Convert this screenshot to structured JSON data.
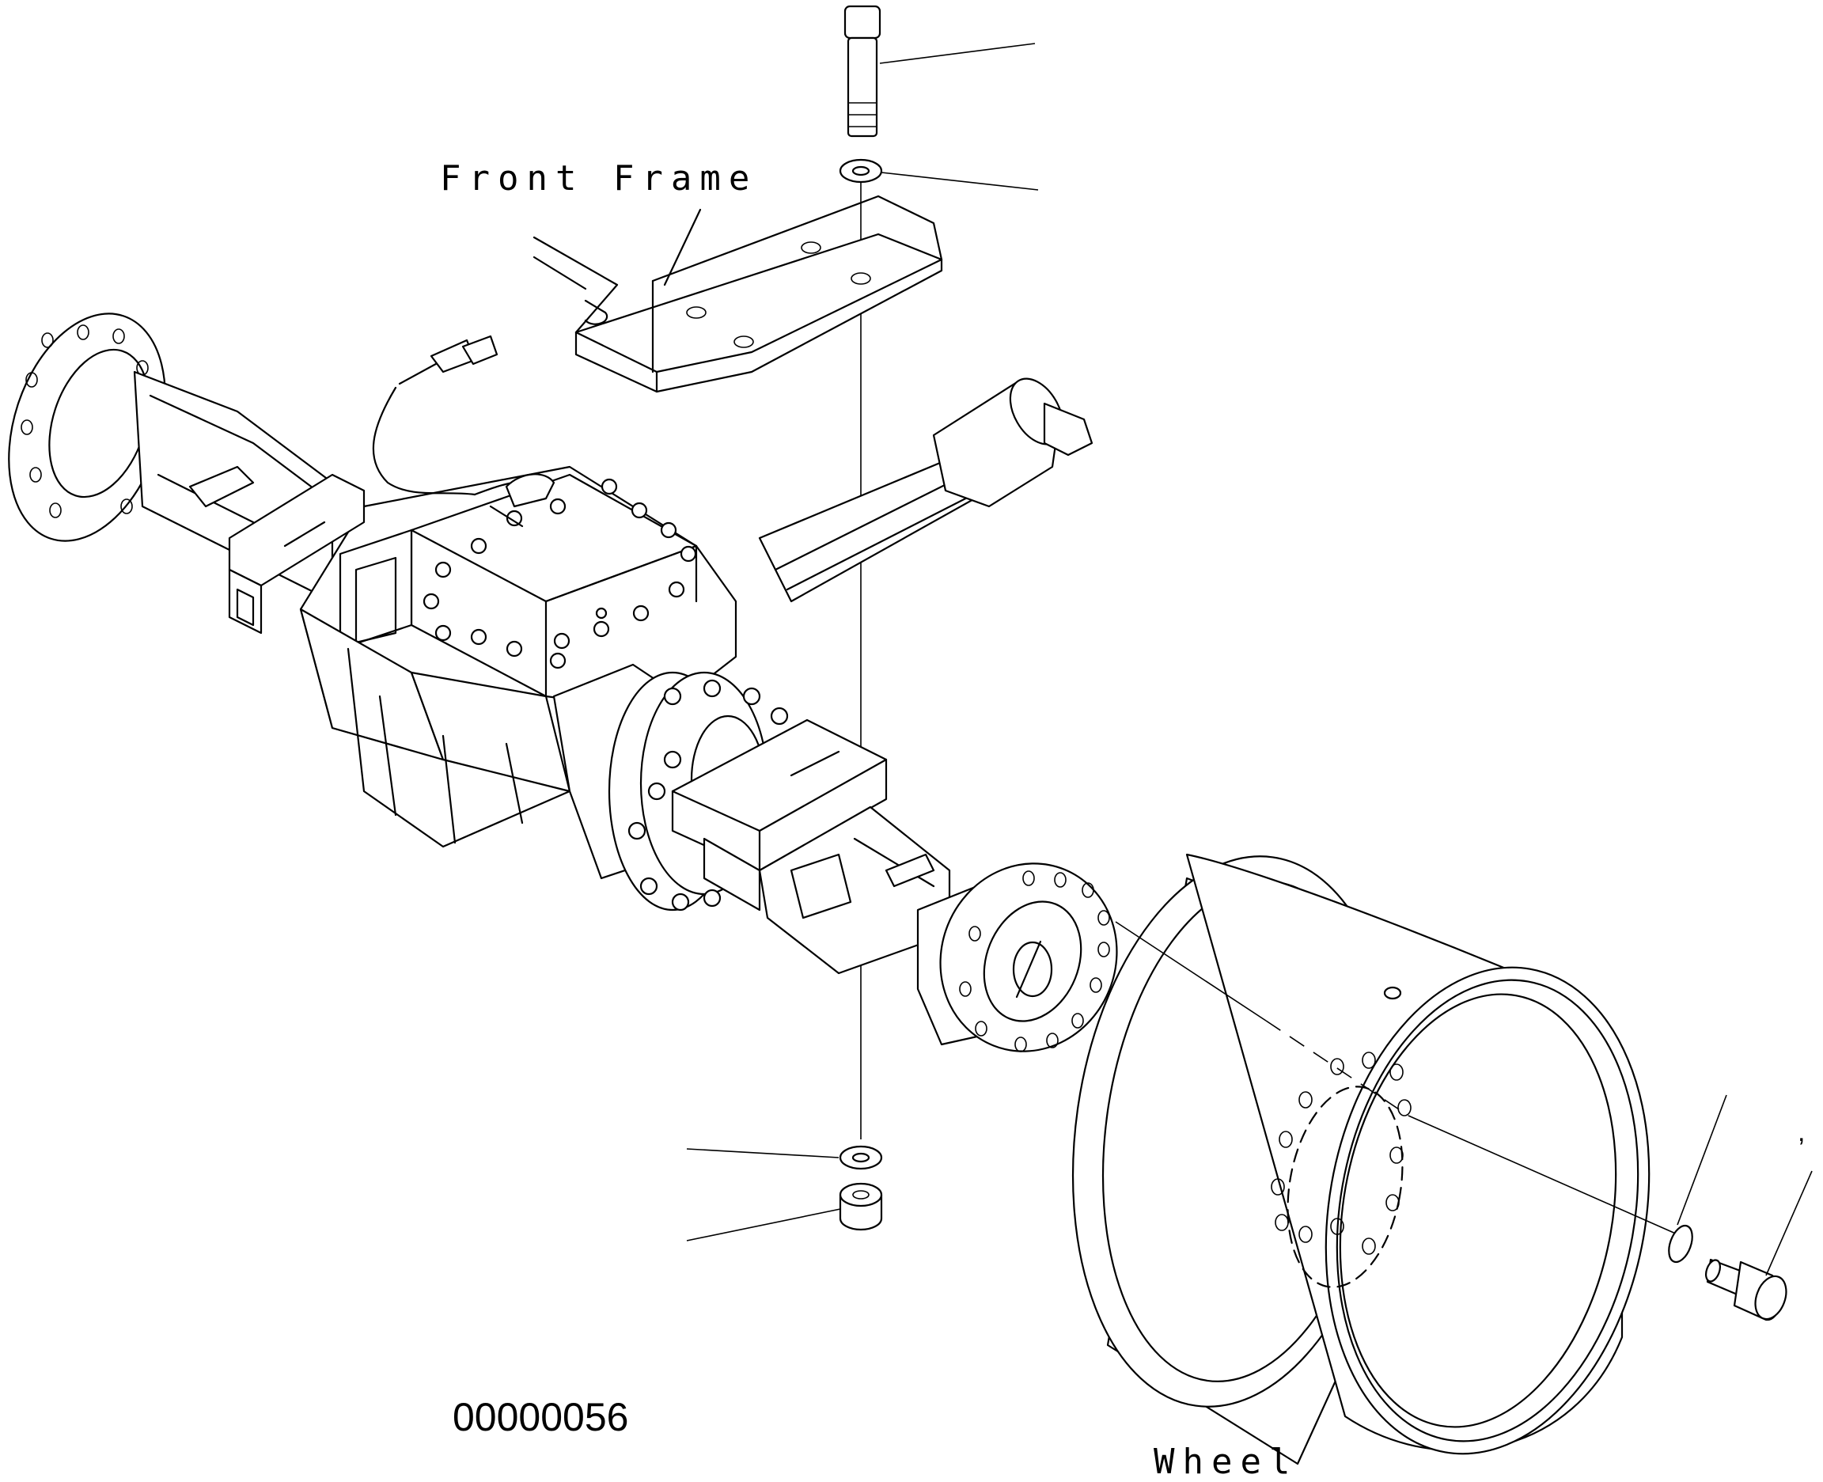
{
  "labels": {
    "front_frame": "Front Frame",
    "wheel": "Wheel",
    "drawing_id": "00000056",
    "corner_mark": ","
  },
  "colors": {
    "line": "#000000",
    "background": "#ffffff"
  }
}
